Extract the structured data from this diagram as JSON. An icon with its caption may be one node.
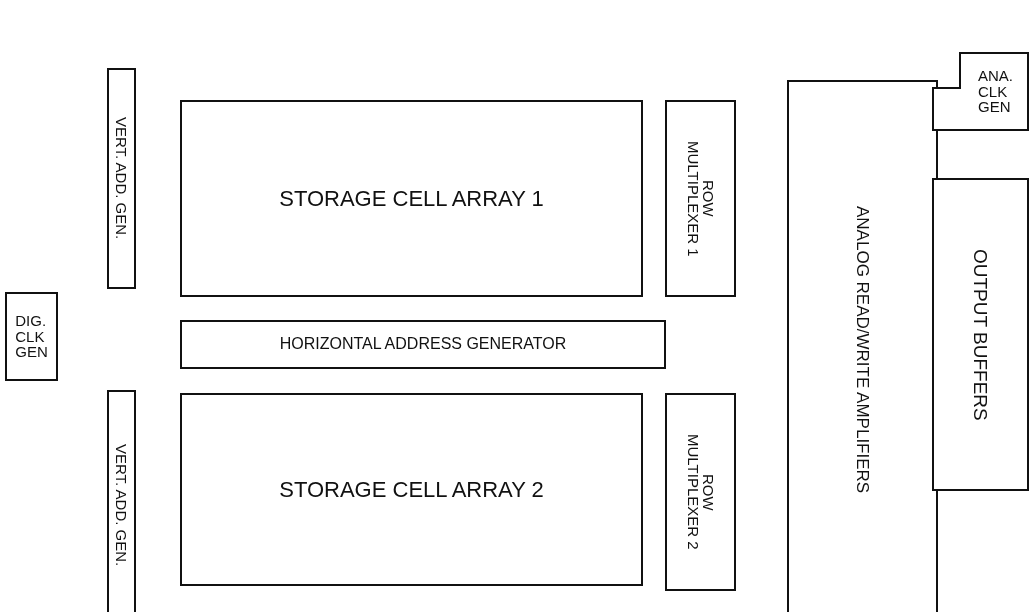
{
  "diagram": {
    "nodes": [
      {
        "text": [
          "VERT. ADD. GEN."
        ]
      },
      {
        "text": [
          "STORAGE CELL ARRAY 1"
        ]
      },
      {
        "text": [
          "ROW MULTIPLEXER 1"
        ]
      },
      {
        "text": [
          "ANALOG READ/WRITE AMPLIFIERS"
        ]
      },
      {
        "text": [
          "ANA. CLK GEN"
        ]
      },
      {
        "text": [
          "OUTPUT BUFFERS"
        ]
      },
      {
        "text": [
          "DIG. CLK GEN"
        ]
      },
      {
        "text": [
          "HORIZONTAL ADDRESS GENERATOR"
        ]
      },
      {
        "text": [
          "VERT. ADD. GEN."
        ]
      },
      {
        "text": [
          "STORAGE CELL ARRAY 2"
        ]
      },
      {
        "text": [
          "ROW MULTIPLEXER 2"
        ]
      }
    ]
  }
}
